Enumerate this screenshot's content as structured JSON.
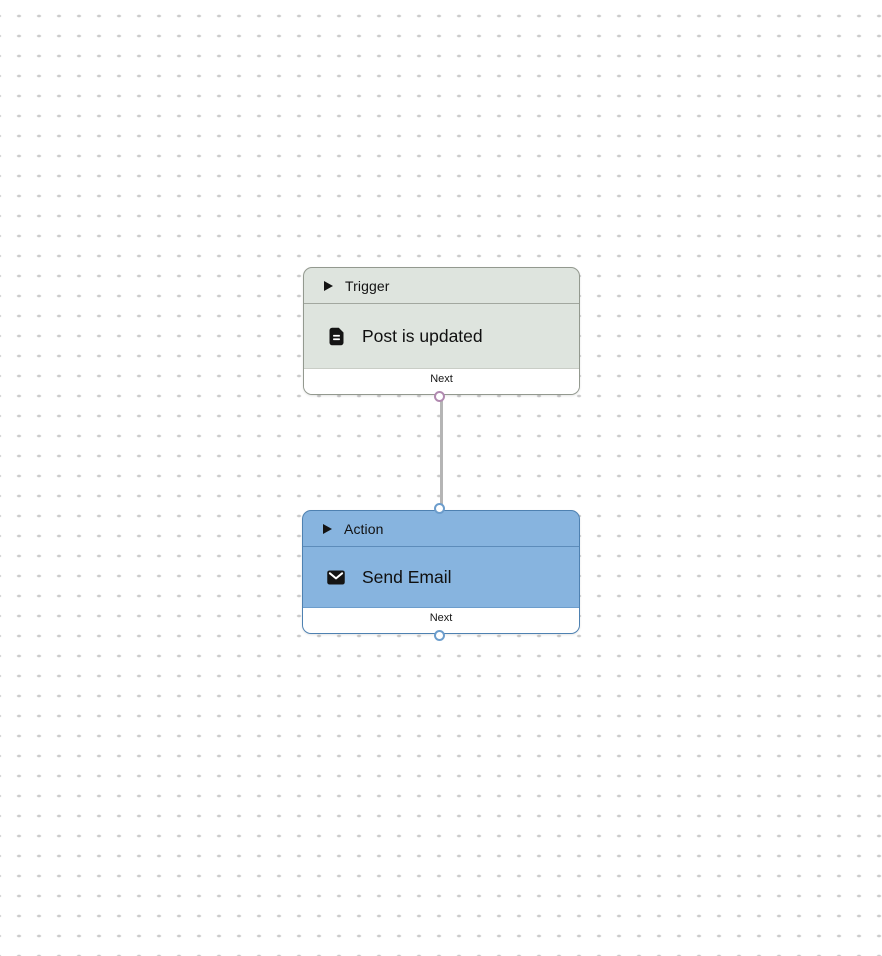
{
  "canvas": {
    "background_color": "#ffffff",
    "dot_color": "#cbcbcb"
  },
  "nodes": {
    "trigger": {
      "header_label": "Trigger",
      "title": "Post is updated",
      "footer_label": "Next",
      "collapse_icon": "play-triangle-icon",
      "body_icon": "document-icon",
      "colors": {
        "background": "#dee4de",
        "border": "#93998f",
        "header_divider": "#a2a79f",
        "footer_divider": "#c9cdc6",
        "port_border": "#b18ab0"
      }
    },
    "action": {
      "header_label": "Action",
      "title": "Send Email",
      "footer_label": "Next",
      "collapse_icon": "play-triangle-icon",
      "body_icon": "email-icon",
      "colors": {
        "background": "#87b4df",
        "border": "#4e81b1",
        "header_divider": "#5d8cba",
        "footer_divider": "#6c9dcc",
        "port_border": "#6c9dcc"
      }
    }
  },
  "connector": {
    "color": "#b5b5b5"
  }
}
